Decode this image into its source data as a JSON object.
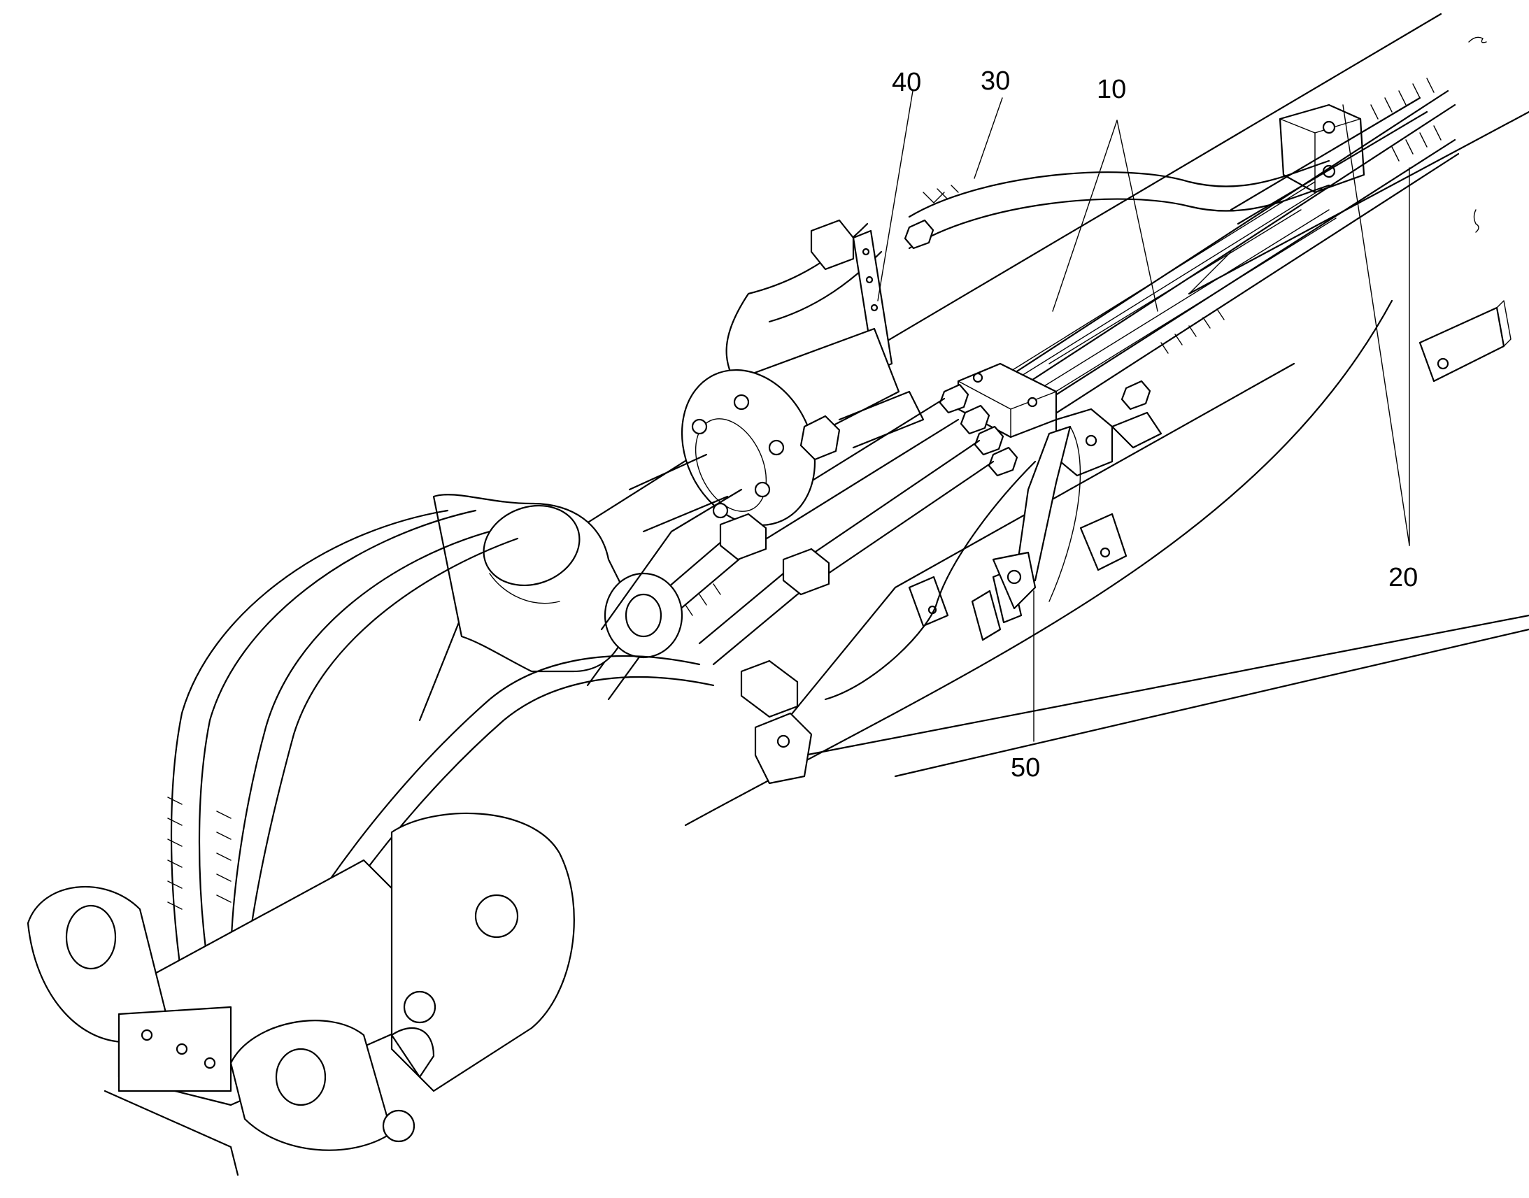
{
  "references": [
    {
      "id": "ref-10",
      "label": "10"
    },
    {
      "id": "ref-20",
      "label": "20"
    },
    {
      "id": "ref-30",
      "label": "30"
    },
    {
      "id": "ref-40",
      "label": "40"
    },
    {
      "id": "ref-50",
      "label": "50"
    }
  ],
  "colors": {
    "line": "#000000",
    "background": "#ffffff"
  }
}
